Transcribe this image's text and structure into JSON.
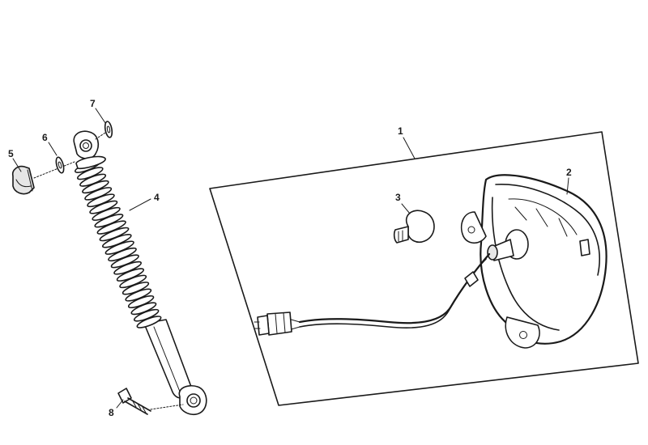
{
  "diagram": {
    "callouts": [
      {
        "id": "1",
        "label": "1"
      },
      {
        "id": "2",
        "label": "2"
      },
      {
        "id": "3",
        "label": "3"
      },
      {
        "id": "4",
        "label": "4"
      },
      {
        "id": "5",
        "label": "5"
      },
      {
        "id": "6",
        "label": "6"
      },
      {
        "id": "7",
        "label": "7"
      },
      {
        "id": "8",
        "label": "8"
      }
    ],
    "colors": {
      "line": "#1a1a1a",
      "background": "#ffffff",
      "part_shade": "#e6e6e6"
    }
  }
}
